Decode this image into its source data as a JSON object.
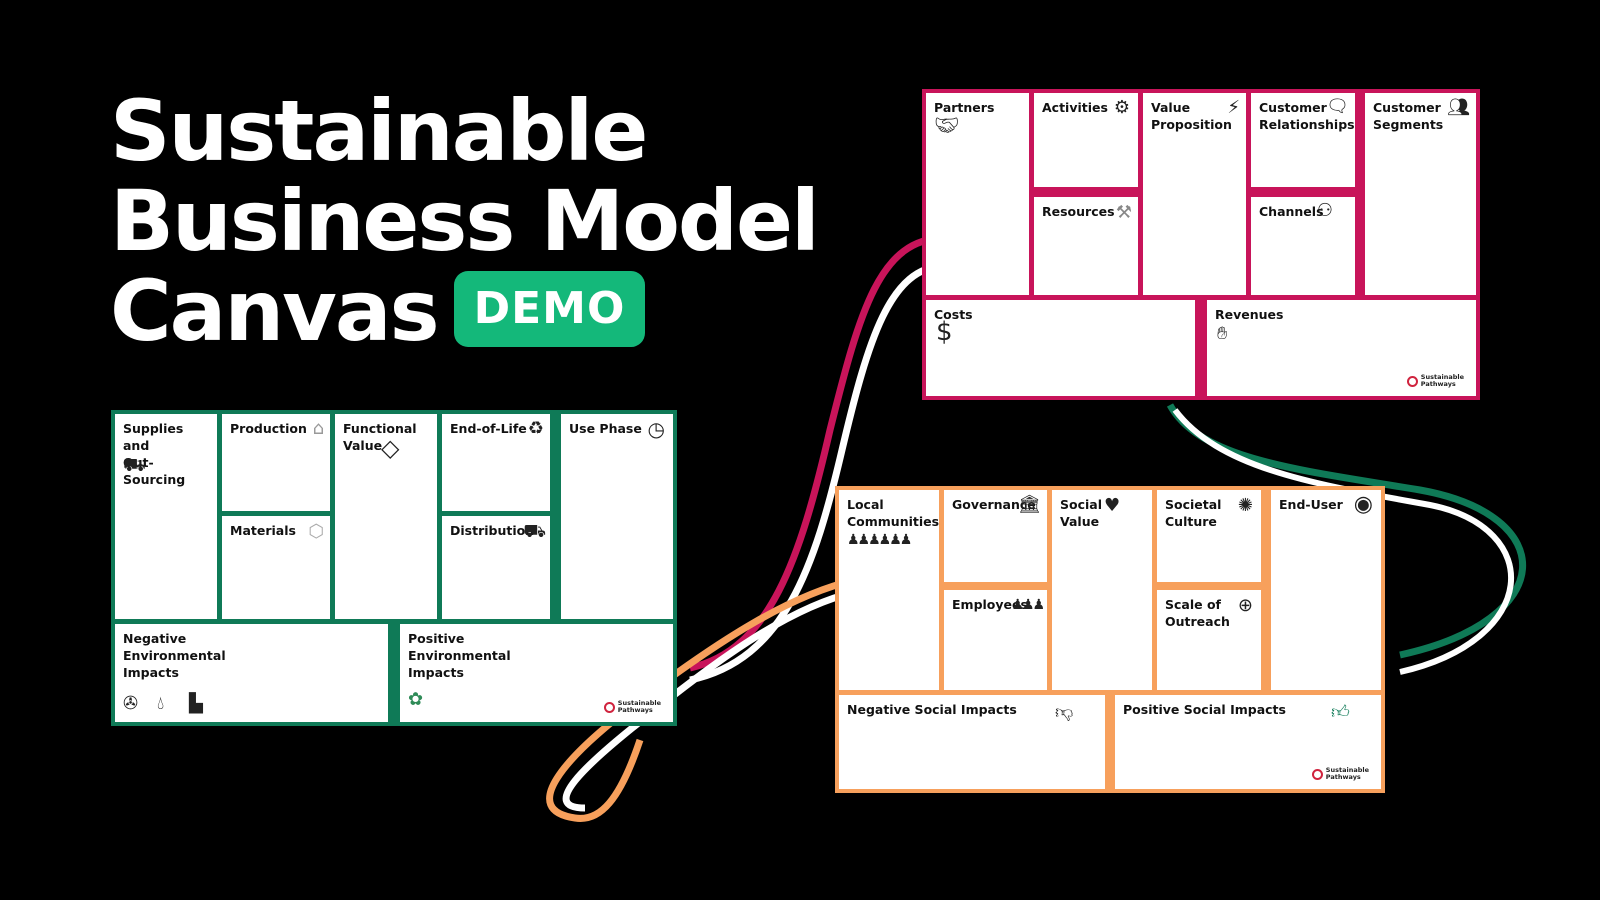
{
  "title": {
    "line1": "Sustainable",
    "line2": "Business Model",
    "line3": "Canvas",
    "badge": "DEMO"
  },
  "colors": {
    "background": "#000000",
    "badge": "#14b87a",
    "environmental": "#0f7a57",
    "economic": "#c8145a",
    "social": "#f7a05c",
    "connector_white": "#ffffff"
  },
  "logo_text": "Sustainable\nPathways",
  "environmental_canvas": {
    "supplies": "Supplies and\nOut-Sourcing",
    "production": "Production",
    "materials": "Materials",
    "functional_value": "Functional\nValue",
    "end_of_life": "End-of-Life",
    "distribution": "Distribution",
    "use_phase": "Use Phase",
    "negative": "Negative\nEnvironmental\nImpacts",
    "positive": "Positive\nEnvironmental\nImpacts"
  },
  "economic_canvas": {
    "partners": "Partners",
    "activities": "Activities",
    "resources": "Resources",
    "value_proposition": "Value\nProposition",
    "customer_relationships": "Customer\nRelationships",
    "channels": "Channels",
    "customer_segments": "Customer\nSegments",
    "costs": "Costs",
    "revenues": "Revenues"
  },
  "social_canvas": {
    "local_communities": "Local\nCommunities",
    "governance": "Governance",
    "employees": "Employees",
    "social_value": "Social\nValue",
    "societal_culture": "Societal\nCulture",
    "scale_of_outreach": "Scale of\nOutreach",
    "end_user": "End-User",
    "negative": "Negative Social Impacts",
    "positive": "Positive Social Impacts"
  }
}
